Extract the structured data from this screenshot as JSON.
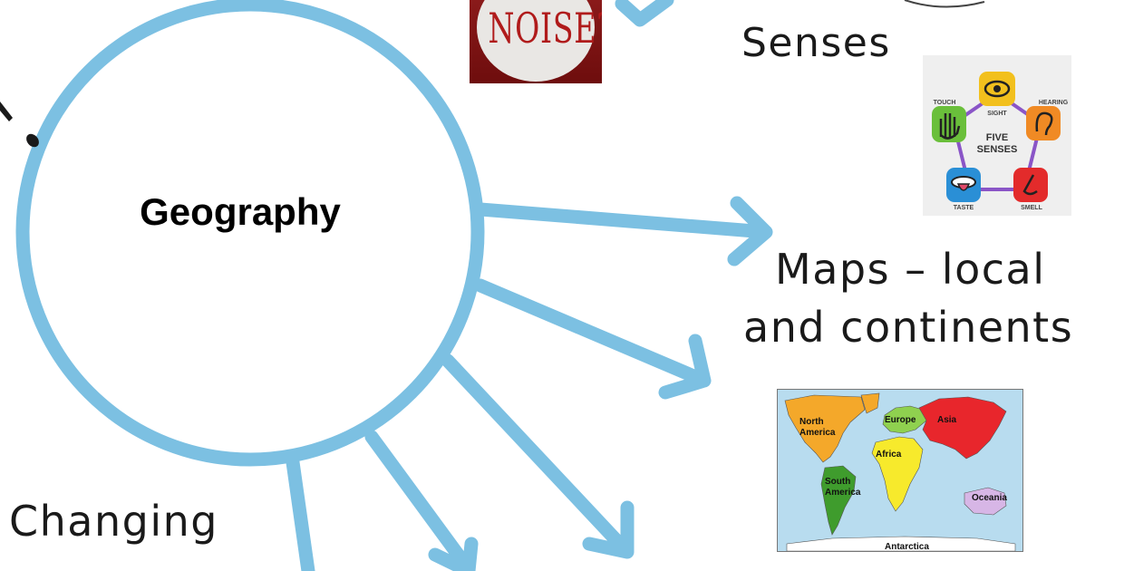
{
  "center": {
    "title": "Geography"
  },
  "branches": {
    "senses_label": "Senses",
    "maps_label_line1": "Maps – local",
    "maps_label_line2": "and continents",
    "changing_label": "Changing"
  },
  "noise_image": {
    "text": "NOISE?"
  },
  "senses_image": {
    "center_line1": "FIVE",
    "center_line2": "SENSES",
    "sight": "SIGHT",
    "hearing": "HEARING",
    "smell": "SMELL",
    "taste": "TASTE",
    "touch": "TOUCH"
  },
  "map_image": {
    "north_america_1": "North",
    "north_america_2": "America",
    "south_america_1": "South",
    "south_america_2": "America",
    "europe": "Europe",
    "asia": "Asia",
    "africa": "Africa",
    "oceania": "Oceania",
    "antarctica": "Antarctica"
  },
  "colors": {
    "connector": "#7cc0e2",
    "senses_sight": "#f2c01d",
    "senses_hearing": "#f08a24",
    "senses_smell": "#e32b2b",
    "senses_taste": "#2a8fd6",
    "senses_touch": "#6abf3b",
    "map_ocean": "#b8dcef",
    "continent_north_america": "#f4a82a",
    "continent_south_america": "#3f9c2d",
    "continent_europe": "#8fd14f",
    "continent_asia": "#e8262c",
    "continent_africa": "#f7ea2c",
    "continent_oceania": "#d7b6e6"
  }
}
